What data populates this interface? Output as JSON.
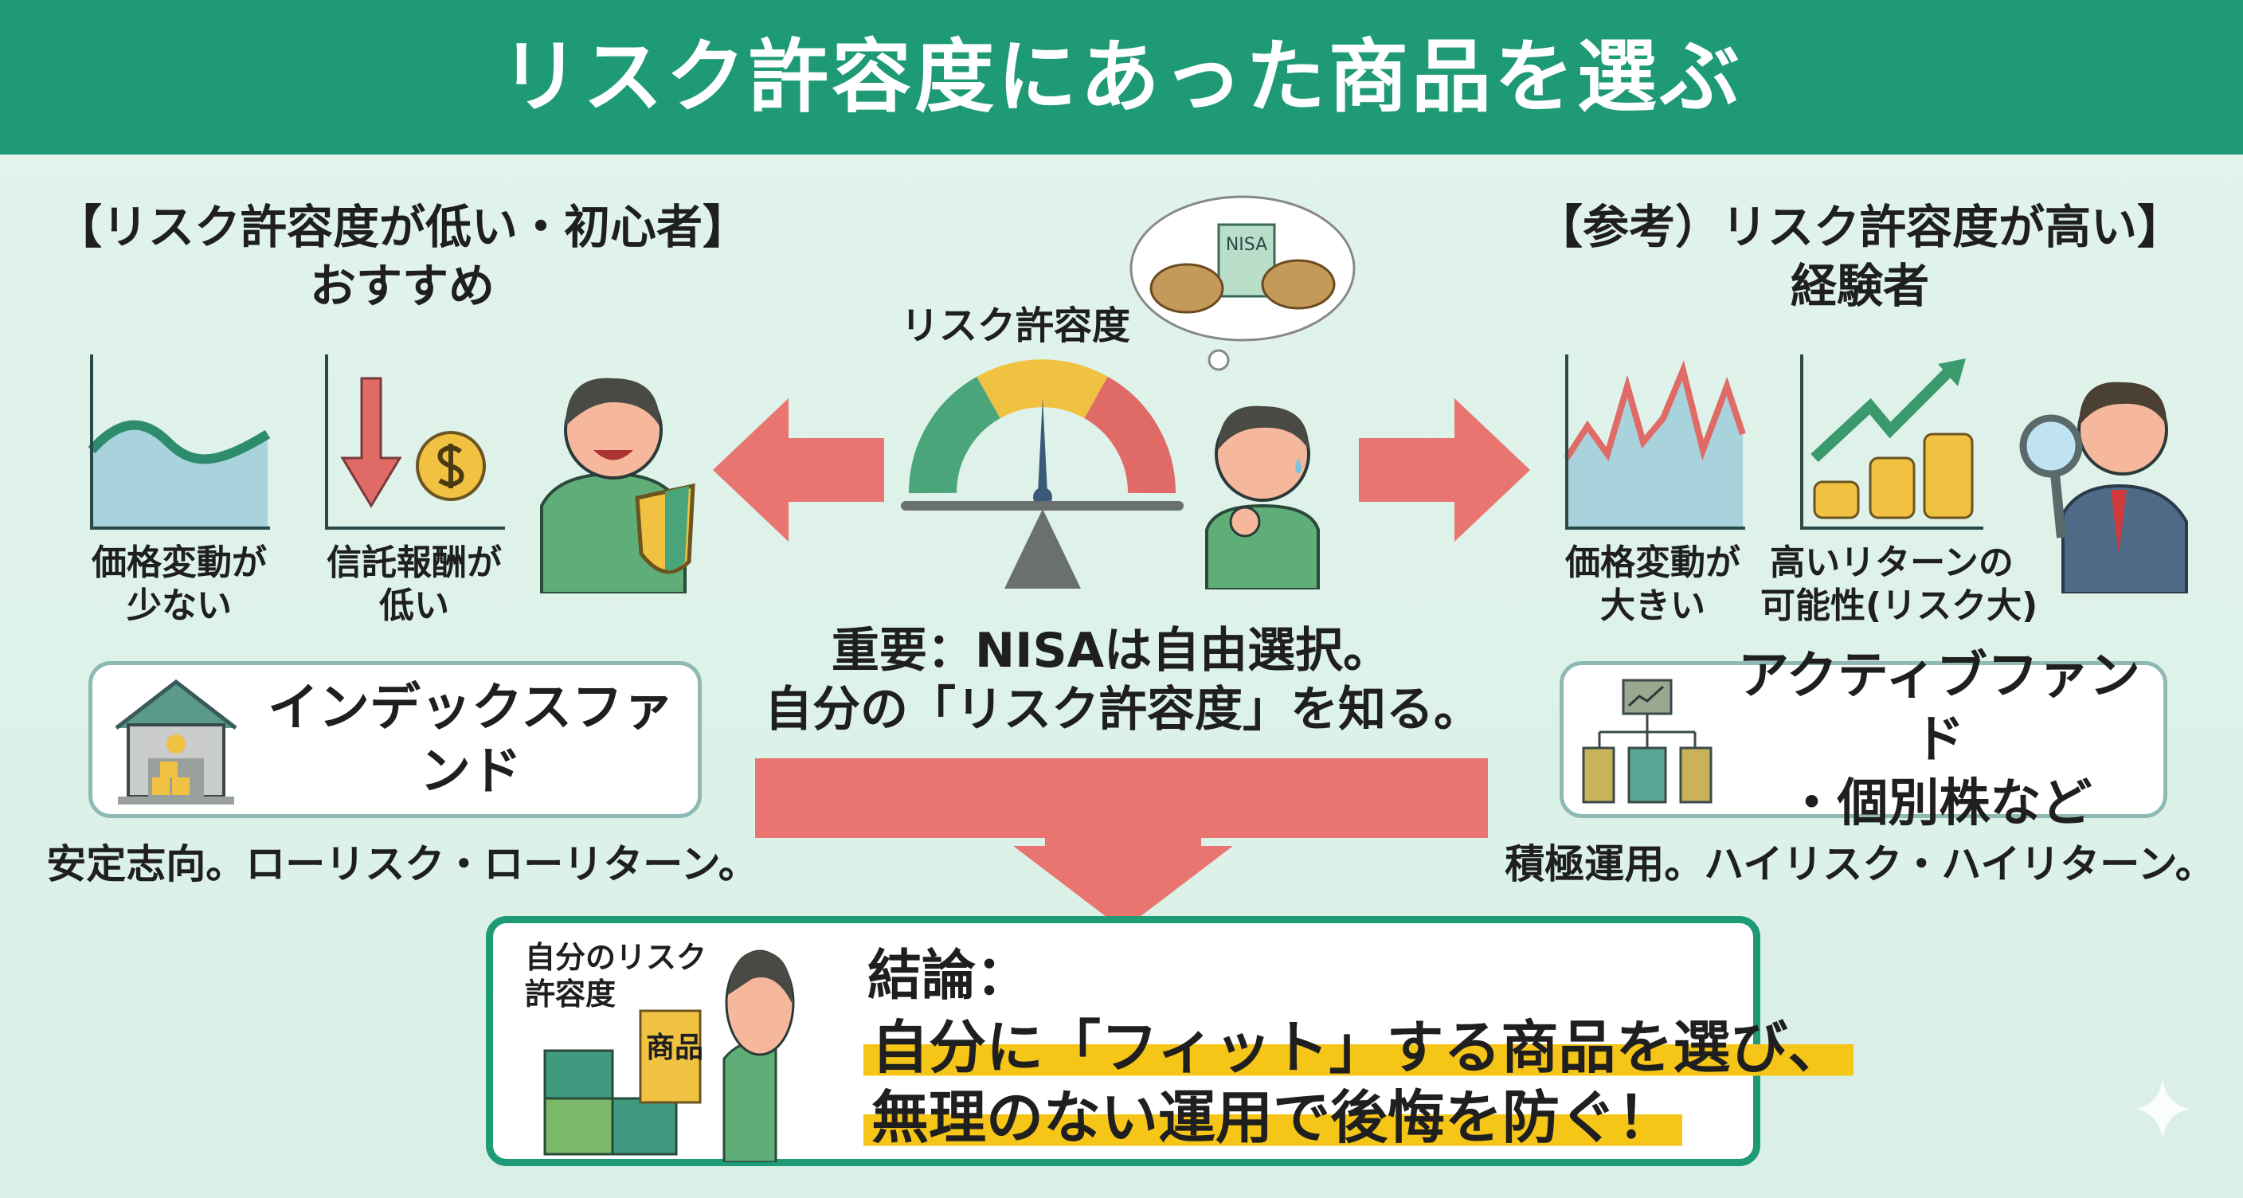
{
  "title": "リスク許容度にあった商品を選ぶ",
  "left": {
    "heading": [
      "【リスク許容度が低い・初心者】",
      "おすすめ"
    ],
    "features": [
      [
        "価格変動が",
        "少ない"
      ],
      [
        "信託報酬が",
        "低い"
      ]
    ],
    "product": "インデックスファンド",
    "note": "安定志向。ローリスク・ローリターン。"
  },
  "right": {
    "heading": [
      "【参考）リスク許容度が高い】",
      "経験者"
    ],
    "features": [
      [
        "価格変動が",
        "大きい"
      ],
      [
        "高いリターンの",
        "可能性(リスク大)"
      ]
    ],
    "product": [
      "アクティブファンド",
      "・個別株など"
    ],
    "note": "積極運用。ハイリスク・ハイリターン。"
  },
  "center": {
    "gauge_label": "リスク許容度",
    "bubble_label": "NISA",
    "message": [
      "重要：NISAは自由選択。",
      "自分の「リスク許容度」を知る。"
    ]
  },
  "conclusion": {
    "puzzle_label": [
      "自分のリスク",
      "許容度"
    ],
    "piece_label": "商品",
    "heading": "結論：",
    "lines": [
      "自分に「フィット」する商品を選び、",
      "無理のない運用で後悔を防ぐ！"
    ]
  },
  "colors": {
    "header": "#1f9a76",
    "arrow": "#e8756f",
    "highlight": "#f5c518"
  }
}
